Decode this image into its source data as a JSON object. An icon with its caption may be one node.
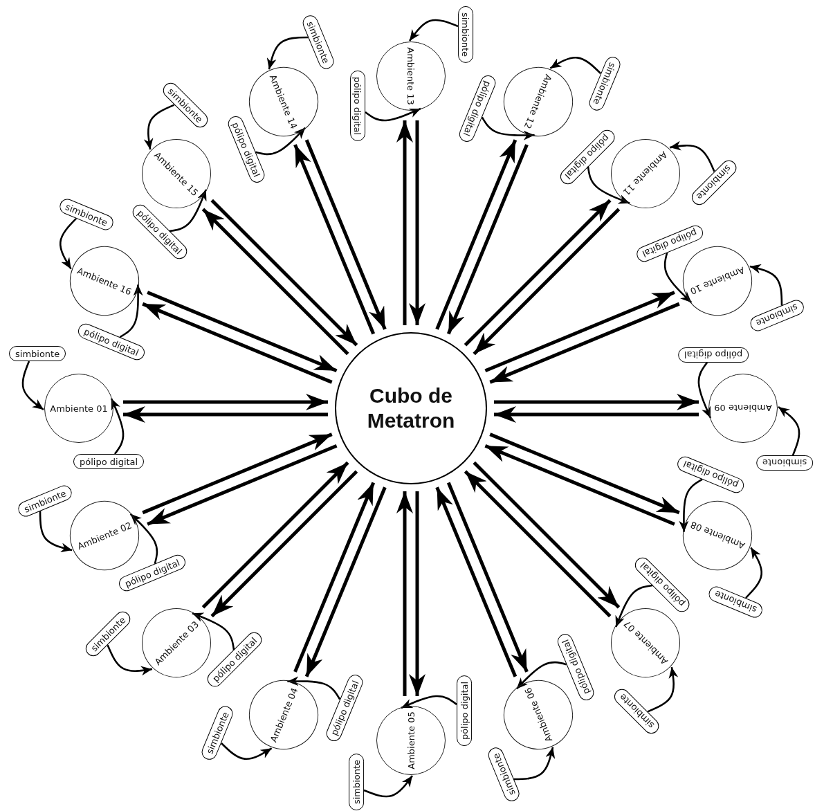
{
  "diagram": {
    "nodes": [
      {
        "text": [
          "Cubo de Metatron"
        ]
      },
      {
        "text": [
          "Ambiente 01"
        ]
      },
      {
        "text": [
          "simbionte"
        ]
      },
      {
        "text": [
          "pólipo digital"
        ]
      },
      {
        "text": [
          "Ambiente 02"
        ]
      },
      {
        "text": [
          "simbionte"
        ]
      },
      {
        "text": [
          "pólipo digital"
        ]
      },
      {
        "text": [
          "Ambiente 03"
        ]
      },
      {
        "text": [
          "simbionte"
        ]
      },
      {
        "text": [
          "pólipo digital"
        ]
      },
      {
        "text": [
          "Ambiente 04"
        ]
      },
      {
        "text": [
          "simbionte"
        ]
      },
      {
        "text": [
          "pólipo digital"
        ]
      },
      {
        "text": [
          "Ambiente 05"
        ]
      },
      {
        "text": [
          "simbionte"
        ]
      },
      {
        "text": [
          "pólipo digital"
        ]
      },
      {
        "text": [
          "Ambiente 06"
        ]
      },
      {
        "text": [
          "simbionte"
        ]
      },
      {
        "text": [
          "pólipo digital"
        ]
      },
      {
        "text": [
          "Ambiente 07"
        ]
      },
      {
        "text": [
          "simbionte"
        ]
      },
      {
        "text": [
          "pólipo digital"
        ]
      },
      {
        "text": [
          "Ambiente 08"
        ]
      },
      {
        "text": [
          "simbionte"
        ]
      },
      {
        "text": [
          "pólipo digital"
        ]
      },
      {
        "text": [
          "Ambiente 09"
        ]
      },
      {
        "text": [
          "simbionte"
        ]
      },
      {
        "text": [
          "pólipo digital"
        ]
      },
      {
        "text": [
          "Ambiente 10"
        ]
      },
      {
        "text": [
          "simbionte"
        ]
      },
      {
        "text": [
          "pólipo digital"
        ]
      },
      {
        "text": [
          "Ambiente 11"
        ]
      },
      {
        "text": [
          "simbionte"
        ]
      },
      {
        "text": [
          "pólipo digital"
        ]
      },
      {
        "text": [
          "Ambiente 12"
        ]
      },
      {
        "text": [
          "simbionte"
        ]
      },
      {
        "text": [
          "pólipo digital"
        ]
      },
      {
        "text": [
          "Ambiente 13"
        ]
      },
      {
        "text": [
          "simbionte"
        ]
      },
      {
        "text": [
          "pólipo digital"
        ]
      },
      {
        "text": [
          "Ambiente 14"
        ]
      },
      {
        "text": [
          "simbionte"
        ]
      },
      {
        "text": [
          "pólipo digital"
        ]
      },
      {
        "text": [
          "Ambiente 15"
        ]
      },
      {
        "text": [
          "simbionte"
        ]
      },
      {
        "text": [
          "pólipo digital"
        ]
      },
      {
        "text": [
          "Ambiente 16"
        ]
      },
      {
        "text": [
          "simbionte"
        ]
      },
      {
        "text": [
          "pólipo digital"
        ]
      }
    ],
    "edges": [
      {
        "from": 1,
        "to": 0,
        "arrow": "to",
        "style": "thick"
      },
      {
        "from": 0,
        "to": 1,
        "arrow": "to",
        "style": "thick"
      },
      {
        "from": 2,
        "to": 1,
        "arrow": "to"
      },
      {
        "from": 3,
        "to": 1,
        "arrow": "to"
      },
      {
        "from": 4,
        "to": 0,
        "arrow": "to",
        "style": "thick"
      },
      {
        "from": 0,
        "to": 4,
        "arrow": "to",
        "style": "thick"
      },
      {
        "from": 5,
        "to": 4,
        "arrow": "to"
      },
      {
        "from": 6,
        "to": 4,
        "arrow": "to"
      },
      {
        "from": 7,
        "to": 0,
        "arrow": "to",
        "style": "thick"
      },
      {
        "from": 0,
        "to": 7,
        "arrow": "to",
        "style": "thick"
      },
      {
        "from": 8,
        "to": 7,
        "arrow": "to"
      },
      {
        "from": 9,
        "to": 7,
        "arrow": "to"
      },
      {
        "from": 10,
        "to": 0,
        "arrow": "to",
        "style": "thick"
      },
      {
        "from": 0,
        "to": 10,
        "arrow": "to",
        "style": "thick"
      },
      {
        "from": 11,
        "to": 10,
        "arrow": "to"
      },
      {
        "from": 12,
        "to": 10,
        "arrow": "to"
      },
      {
        "from": 13,
        "to": 0,
        "arrow": "to",
        "style": "thick"
      },
      {
        "from": 0,
        "to": 13,
        "arrow": "to",
        "style": "thick"
      },
      {
        "from": 14,
        "to": 13,
        "arrow": "to"
      },
      {
        "from": 15,
        "to": 13,
        "arrow": "to"
      },
      {
        "from": 16,
        "to": 0,
        "arrow": "to",
        "style": "thick"
      },
      {
        "from": 0,
        "to": 16,
        "arrow": "to",
        "style": "thick"
      },
      {
        "from": 17,
        "to": 16,
        "arrow": "to"
      },
      {
        "from": 18,
        "to": 16,
        "arrow": "to"
      },
      {
        "from": 19,
        "to": 0,
        "arrow": "to",
        "style": "thick"
      },
      {
        "from": 0,
        "to": 19,
        "arrow": "to",
        "style": "thick"
      },
      {
        "from": 20,
        "to": 19,
        "arrow": "to"
      },
      {
        "from": 21,
        "to": 19,
        "arrow": "to"
      },
      {
        "from": 22,
        "to": 0,
        "arrow": "to",
        "style": "thick"
      },
      {
        "from": 0,
        "to": 22,
        "arrow": "to",
        "style": "thick"
      },
      {
        "from": 23,
        "to": 22,
        "arrow": "to"
      },
      {
        "from": 24,
        "to": 22,
        "arrow": "to"
      },
      {
        "from": 25,
        "to": 0,
        "arrow": "to",
        "style": "thick"
      },
      {
        "from": 0,
        "to": 25,
        "arrow": "to",
        "style": "thick"
      },
      {
        "from": 26,
        "to": 25,
        "arrow": "to"
      },
      {
        "from": 27,
        "to": 25,
        "arrow": "to"
      },
      {
        "from": 28,
        "to": 0,
        "arrow": "to",
        "style": "thick"
      },
      {
        "from": 0,
        "to": 28,
        "arrow": "to",
        "style": "thick"
      },
      {
        "from": 29,
        "to": 28,
        "arrow": "to"
      },
      {
        "from": 30,
        "to": 28,
        "arrow": "to"
      },
      {
        "from": 31,
        "to": 0,
        "arrow": "to",
        "style": "thick"
      },
      {
        "from": 0,
        "to": 31,
        "arrow": "to",
        "style": "thick"
      },
      {
        "from": 32,
        "to": 31,
        "arrow": "to"
      },
      {
        "from": 33,
        "to": 31,
        "arrow": "to"
      },
      {
        "from": 34,
        "to": 0,
        "arrow": "to",
        "style": "thick"
      },
      {
        "from": 0,
        "to": 34,
        "arrow": "to",
        "style": "thick"
      },
      {
        "from": 35,
        "to": 34,
        "arrow": "to"
      },
      {
        "from": 36,
        "to": 34,
        "arrow": "to"
      },
      {
        "from": 37,
        "to": 0,
        "arrow": "to",
        "style": "thick"
      },
      {
        "from": 0,
        "to": 37,
        "arrow": "to",
        "style": "thick"
      },
      {
        "from": 38,
        "to": 37,
        "arrow": "to"
      },
      {
        "from": 39,
        "to": 37,
        "arrow": "to"
      },
      {
        "from": 40,
        "to": 0,
        "arrow": "to",
        "style": "thick"
      },
      {
        "from": 0,
        "to": 40,
        "arrow": "to",
        "style": "thick"
      },
      {
        "from": 41,
        "to": 40,
        "arrow": "to"
      },
      {
        "from": 42,
        "to": 40,
        "arrow": "to"
      },
      {
        "from": 43,
        "to": 0,
        "arrow": "to",
        "style": "thick"
      },
      {
        "from": 0,
        "to": 43,
        "arrow": "to",
        "style": "thick"
      },
      {
        "from": 44,
        "to": 43,
        "arrow": "to"
      },
      {
        "from": 45,
        "to": 43,
        "arrow": "to"
      },
      {
        "from": 46,
        "to": 0,
        "arrow": "to",
        "style": "thick"
      },
      {
        "from": 0,
        "to": 46,
        "arrow": "to",
        "style": "thick"
      },
      {
        "from": 47,
        "to": 46,
        "arrow": "to"
      },
      {
        "from": 48,
        "to": 46,
        "arrow": "to"
      }
    ]
  }
}
